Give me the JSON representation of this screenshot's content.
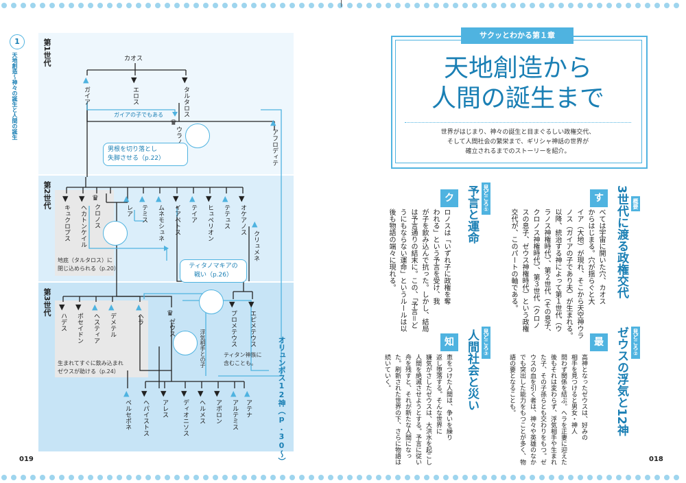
{
  "left_page": {
    "page_number": "019",
    "chapter_mark": "1",
    "side_title": "天地創造〜神々の誕生と人間の誕生",
    "generations": [
      "第1世代",
      "第2世代",
      "第3世代"
    ],
    "gen1": {
      "chaos": "カオス",
      "gaia": "ガイア",
      "eros": "エロス",
      "tartaros": "タルタロス",
      "uranos": "ウラノス",
      "gaia_child_note": "ガイアの子でもある",
      "aphrodite": "アフロディテ"
    },
    "callout1": [
      "男根を切り落とし",
      "失脚させる（p.22）"
    ],
    "gen2": {
      "titans_left": [
        "キュクロプス",
        "ヘカトンケイル"
      ],
      "kronos": "クロノス",
      "others": [
        "レア",
        "テミス",
        "ムネモシュネ",
        "イアペトス",
        "テイア",
        "ヒュペリオン",
        "テテュス",
        "オケアノス"
      ],
      "klymene": "クリュメネ",
      "tartaros_note": [
        "地底（タルタロス）に",
        "閉じ込められる（p.20）"
      ]
    },
    "callout2": [
      "ティタノマキアの",
      "戦い（p.26）"
    ],
    "gen3": {
      "siblings": [
        "ハデス",
        "ポセイドン",
        "ヘスティア",
        "デメテル",
        "ヘラ"
      ],
      "zeus": "ゼウス",
      "prometheus": "プロメテウス",
      "epimetheus": "エピメテウス",
      "swallowed_note": [
        "生まれてすぐに飲み込まれ",
        "ゼウスが助ける（p.24）"
      ],
      "titan_note": [
        "ティタン神族に",
        "含むことも。"
      ],
      "affair_note": "浮気相手との子",
      "persephone": "ペルセポネ",
      "children": [
        "ヘパイストス",
        "アレス",
        "ディオニソス",
        "ヘルメス",
        "アポロン",
        "アルテミス",
        "アテナ"
      ]
    },
    "olympus_label": "オリュンポス12神（p.30〜）"
  },
  "right_page": {
    "page_number": "018",
    "ribbon": "サクッとわかる第１章",
    "title_line1": "天地創造から",
    "title_line2": "人間の誕生まで",
    "lead": [
      "世界がはじまり、神々の誕生と目まぐるしい政権交代、",
      "そして人間社会の繁栄まで、ギリシャ神話の世界が",
      "確立されるまでのストーリーを紹介。"
    ],
    "sections": [
      {
        "tag": "概要",
        "title": "3世代に渡る政権交代",
        "initial": "す",
        "lines": [
          "べては宇宙に開いた穴、カオス",
          "からはじまる。穴が揺らぐと大",
          "イア（大地）が現れ、そこから天空神ウラ",
          "ノス（ガイアの子であり夫）が生まれる。",
          "以降、統治する神によって第１世代（ウ",
          "ラノス神権時代）、第２世代（その息子、",
          "クロノス神権時代）、第３世代（クロノ",
          "スの息子、ゼウス神権時代）という政権",
          "交代が、このパートの軸である。"
        ]
      },
      {
        "tag": "見どころ①",
        "title": "予言と運命",
        "initial": "ク",
        "lines": [
          "ロノスは「いずれ子に政権を奪",
          "われる」という予言を受け、我",
          "が子を飲み込んで抗った。しかし、結局",
          "は予言通りの結末に。この、「予言＝ど",
          "うにもならない運命」というルールは以",
          "後も物語の端々に現れる。"
        ]
      },
      {
        "tag": "見どころ②",
        "title": "ゼウスの浮気と12神",
        "initial": "最",
        "lines": [
          "高神となったゼウスは、好みの",
          "相手を見つけると男女・神人",
          "問わず関係を結ぶ。ヘラを正妻に迎えた",
          "後もそれは変わらず、浮気相手や生まれ",
          "た子、その子孫らとも交わりをもつ。ゼ",
          "ウスの血を引く者は、神々や英雄のなか",
          "でも突出した能力をもつことが多く、物",
          "語の要となることも。"
        ]
      },
      {
        "tag": "見どころ③",
        "title": "人間社会と災い",
        "initial": "知",
        "lines": [
          "恵をつけた人間は、争いを繰り",
          "返し堕落する。そんな世界に",
          "嫌気がさしたゼウスは、大洪水を起こし",
          "人間を絶滅させようとする。予言に従い",
          "舟を残すと、それが新たな人間になっ",
          "た。刷新された世界の下、さらに物語は",
          "続いていく。"
        ]
      }
    ]
  },
  "colors": {
    "accent": "#4fb3e0",
    "band": "#dbeefa",
    "band_dark": "#c7e4f6",
    "heading": "#1a7fb4",
    "node_dark": "#111111"
  }
}
